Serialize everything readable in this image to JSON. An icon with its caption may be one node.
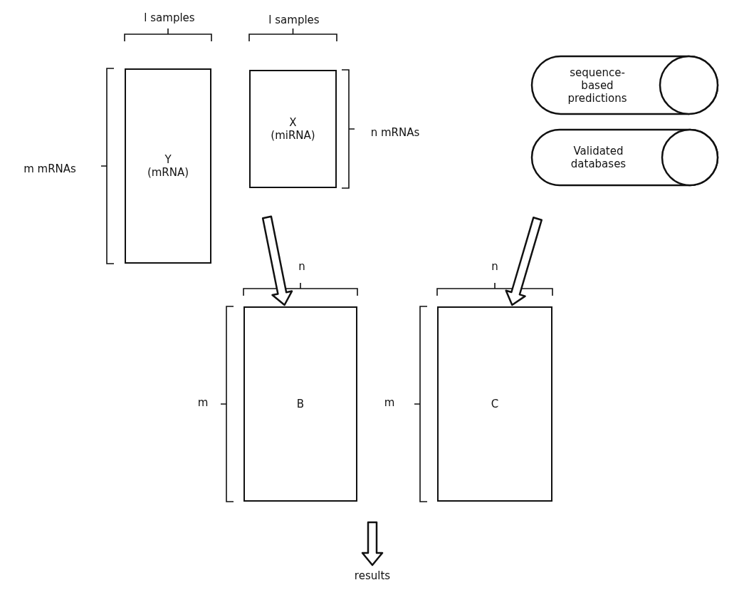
{
  "diagram": {
    "nodes": [
      {
        "text": [
          "Y (mRNA)"
        ]
      },
      {
        "text": [
          "X (miRNA)"
        ]
      },
      {
        "text": [
          "sequence-based predictions"
        ]
      },
      {
        "text": [
          "Validated databases"
        ]
      },
      {
        "text": [
          "B"
        ]
      },
      {
        "text": [
          "C"
        ]
      },
      {
        "text": [
          "results"
        ]
      }
    ],
    "edges": [
      {
        "from": null,
        "to": 4,
        "arrow": "to"
      },
      {
        "from": null,
        "to": 5,
        "arrow": "to"
      },
      {
        "from": null,
        "to": 6,
        "arrow": "to"
      }
    ],
    "labels": [
      "l samples",
      "l samples",
      "n mRNAs",
      "m mRNAs",
      "n",
      "n",
      "m",
      "m"
    ]
  }
}
